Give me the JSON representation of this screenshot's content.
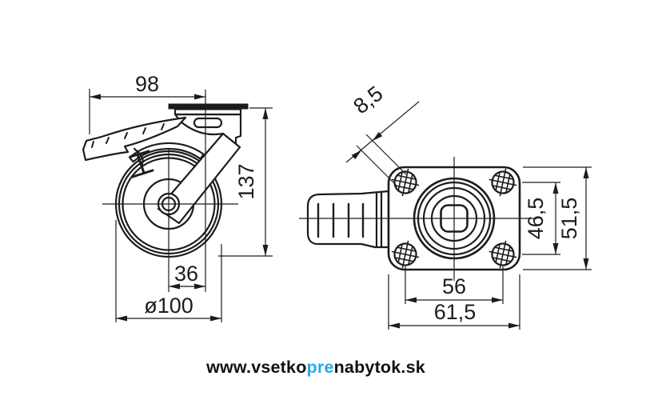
{
  "colors": {
    "ink": "#1c1c1c",
    "background": "#ffffff",
    "watermark_accent": "#29a9e1",
    "watermark_text": "#101010"
  },
  "views": {
    "side_view": {
      "title": "caster side view with brake",
      "dimensions": {
        "top_width": "98",
        "overall_height": "137",
        "axis_offset": "36",
        "wheel_diameter": "ø100"
      }
    },
    "top_view": {
      "title": "mounting plate top view",
      "dimensions": {
        "hole_diameter": "8,5",
        "hole_spacing_vertical": "46,5",
        "plate_depth": "51,5",
        "hole_spacing_horizontal": "56",
        "plate_width": "61,5"
      }
    }
  },
  "watermark": {
    "prefix": "www.vsetko",
    "highlight": "pre",
    "suffix": "nabytok.sk"
  }
}
